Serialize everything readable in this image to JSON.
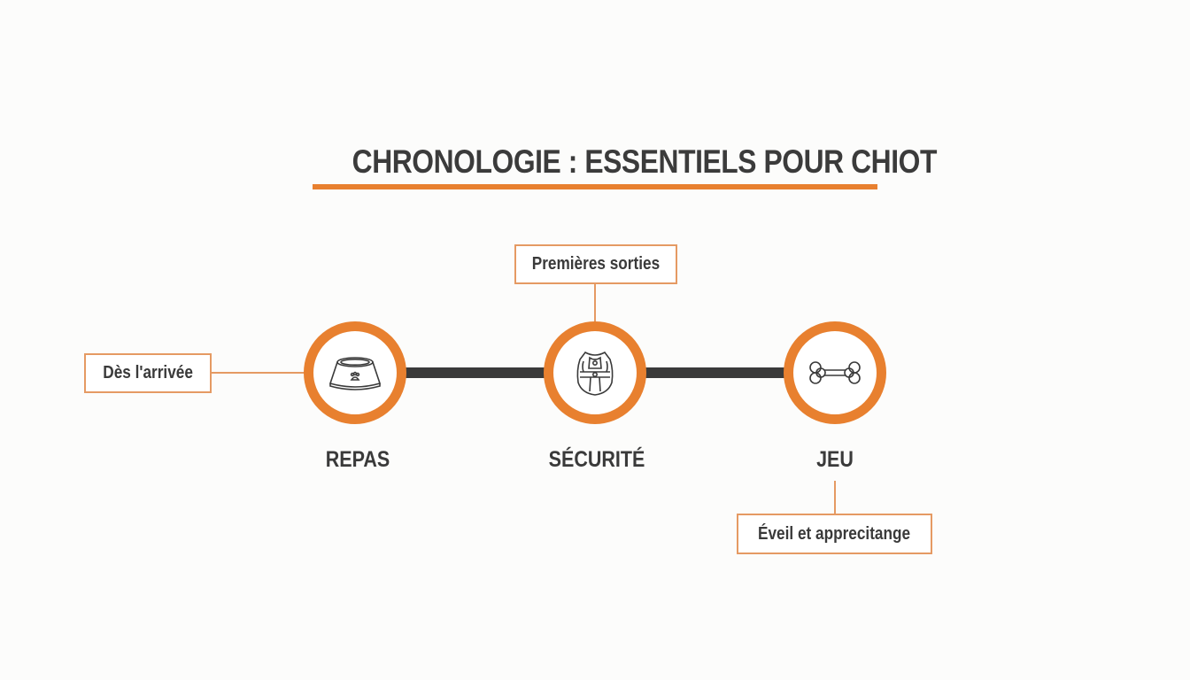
{
  "title": "CHRONOLOGIE : ESSENTIELS POUR CHIOT",
  "colors": {
    "accent": "#e8802f",
    "bar": "#3a3a3a",
    "text": "#3a3a3a",
    "box_border": "#e59a63"
  },
  "steps": [
    {
      "label": "REPAS",
      "icon": "dog-bowl-icon",
      "note": "Dès l'arrivée",
      "note_position": "left"
    },
    {
      "label": "SÉCURITÉ",
      "icon": "dog-harness-icon",
      "note": "Premières sorties",
      "note_position": "top"
    },
    {
      "label": "JEU",
      "icon": "bone-icon",
      "note": "Éveil et apprecitange",
      "note_position": "bottom"
    }
  ]
}
